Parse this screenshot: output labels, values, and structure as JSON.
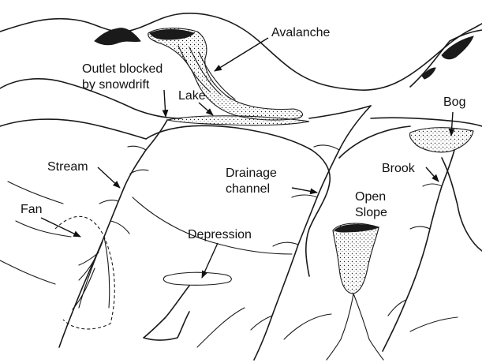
{
  "labels": {
    "avalanche": "Avalanche",
    "outlet_line1": "Outlet blocked",
    "outlet_line2": "by snowdrift",
    "lake": "Lake",
    "bog": "Bog",
    "stream": "Stream",
    "brook": "Brook",
    "drainage_line1": "Drainage",
    "drainage_line2": "channel",
    "open_slope_line1": "Open",
    "open_slope_line2": "Slope",
    "fan": "Fan",
    "depression": "Depression"
  }
}
